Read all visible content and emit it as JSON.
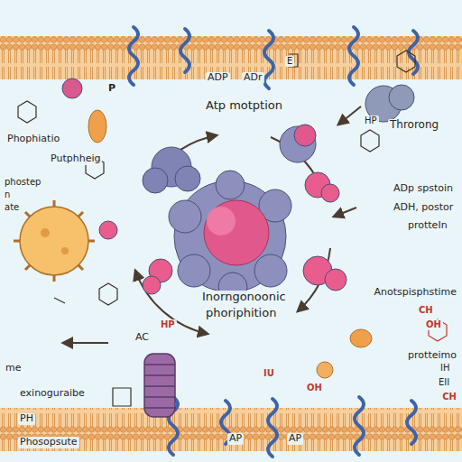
{
  "diagram": {
    "labels": [
      "ADP",
      "ADr",
      "Atp motption",
      "HP",
      "Throrong",
      "Phophiatio",
      "Putphheig",
      "phostep",
      "n",
      "ate",
      "ADp spstoin",
      "ADH, postor",
      "protteIn",
      "Inorngonoonic",
      "phoriphition",
      "Anotspisphstime",
      "CH",
      "OH",
      "protteimo",
      "IH",
      "EII",
      "CH",
      "me",
      "exinoguraibe",
      "PH",
      "Phosopsute",
      "AC",
      "HP",
      "AP",
      "AP",
      "E",
      "P",
      "OH",
      "IU"
    ]
  }
}
